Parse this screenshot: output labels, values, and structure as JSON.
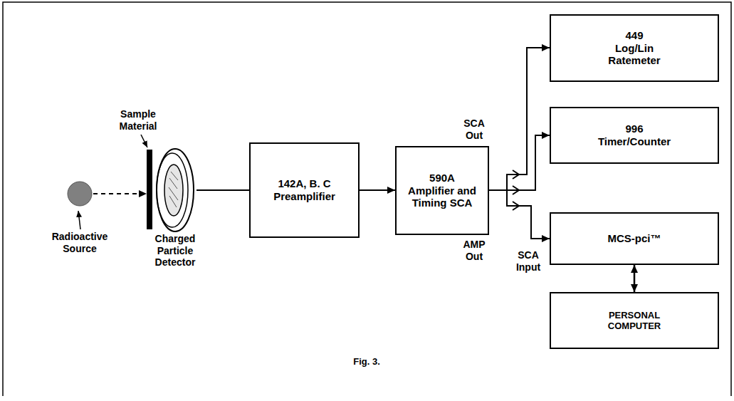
{
  "diagram": {
    "caption": "Fig. 3.",
    "nodes": [
      {
        "text": [
          "Radioactive Source"
        ]
      },
      {
        "text": [
          "Sample Material"
        ]
      },
      {
        "text": [
          "Charged Particle Detector"
        ]
      },
      {
        "text": [
          "142A, B. C",
          "Preamplifier"
        ]
      },
      {
        "text": [
          "590A",
          "Amplifier and Timing SCA"
        ]
      },
      {
        "text": [
          "449",
          "Log/Lin Ratemeter"
        ]
      },
      {
        "text": [
          "996",
          "Timer/Counter"
        ]
      },
      {
        "text": [
          "MCS-pci™"
        ]
      },
      {
        "text": [
          "PERSONAL COMPUTER"
        ]
      }
    ],
    "edges": [
      {
        "from": 0,
        "to": 1,
        "arrow": "to"
      },
      {
        "from": 2,
        "to": 3,
        "arrow": "none"
      },
      {
        "from": 3,
        "to": 4,
        "arrow": "to"
      },
      {
        "from": 4,
        "to": 5,
        "arrow": "to"
      },
      {
        "from": 4,
        "to": 6,
        "arrow": "to"
      },
      {
        "from": 4,
        "to": 7,
        "arrow": "to"
      },
      {
        "from": 7,
        "to": 8,
        "arrow": "both"
      }
    ],
    "labels": [
      "SCA Out",
      "AMP Out",
      "SCA Input"
    ]
  }
}
